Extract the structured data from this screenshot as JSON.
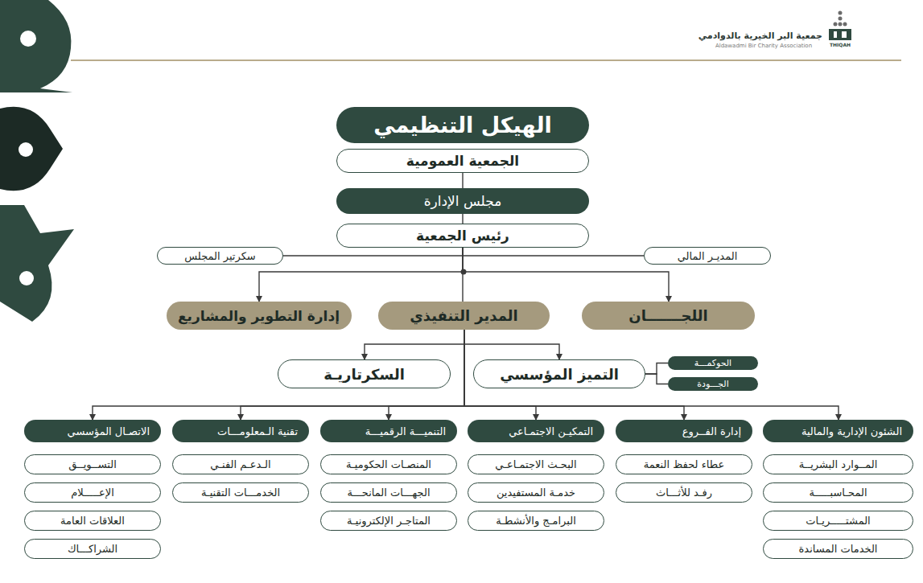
{
  "diagram": {
    "title": "الهيكل التنظيمي",
    "nodes": [
      {
        "text": [
          "الجمعية العمومية"
        ]
      },
      {
        "text": [
          "مجلس الإدارة"
        ]
      },
      {
        "text": [
          "رئيس الجمعية"
        ]
      },
      {
        "text": [
          "المديـر المالي"
        ]
      },
      {
        "text": [
          "سكرتير المجلس"
        ]
      },
      {
        "text": [
          "اللجـــــــان"
        ]
      },
      {
        "text": [
          "المدير التنفيذي"
        ]
      },
      {
        "text": [
          "إدارة التطوير والمشاريع"
        ]
      },
      {
        "text": [
          "التميز المؤسسي"
        ]
      },
      {
        "text": [
          "السكرتاريـة"
        ]
      },
      {
        "text": [
          "الحوكمـــة"
        ]
      },
      {
        "text": [
          "الجـــودة"
        ]
      },
      {
        "text": [
          "الشئون الإدارية والمالية"
        ]
      },
      {
        "text": [
          "المــوارد البشريــة"
        ]
      },
      {
        "text": [
          "المحـاسبـــــة"
        ]
      },
      {
        "text": [
          "المشتـــــريـات"
        ]
      },
      {
        "text": [
          "الخدمات المساندة"
        ]
      },
      {
        "text": [
          "إدارة الفــروع"
        ]
      },
      {
        "text": [
          "عطاء لحفظ النعمة"
        ]
      },
      {
        "text": [
          "رفـد للأثـــاث"
        ]
      },
      {
        "text": [
          "التمكيـن الاجتمـاعي"
        ]
      },
      {
        "text": [
          "البحـث الاجتمـاعـي"
        ]
      },
      {
        "text": [
          "خدمـة المستفيدين"
        ]
      },
      {
        "text": [
          "البرامـج والأنشطـة"
        ]
      },
      {
        "text": [
          "التنميـــة الرقميـــة"
        ]
      },
      {
        "text": [
          "المنصـات الحكوميـة"
        ]
      },
      {
        "text": [
          "الجهـــات المانحـــة"
        ]
      },
      {
        "text": [
          "المتاجـر الإلكترونيـة"
        ]
      },
      {
        "text": [
          "تقنية الـمعلومـــات"
        ]
      },
      {
        "text": [
          "الـدعـم الفنـي"
        ]
      },
      {
        "text": [
          "الخدمـــات التقنيـة"
        ]
      },
      {
        "text": [
          "الاتصـال المؤسسي"
        ]
      },
      {
        "text": [
          "التســويــق"
        ]
      },
      {
        "text": [
          "الإعـــــلام"
        ]
      },
      {
        "text": [
          "العلاقات العامة"
        ]
      },
      {
        "text": [
          "الشراكـــاك"
        ]
      }
    ],
    "edges": [
      {
        "from": 0,
        "to": 1,
        "arrow": "none"
      },
      {
        "from": 1,
        "to": 2,
        "arrow": "none"
      },
      {
        "from": 2,
        "to": 3,
        "arrow": "none"
      },
      {
        "from": 2,
        "to": 4,
        "arrow": "none"
      },
      {
        "from": 2,
        "to": 5,
        "arrow": "to"
      },
      {
        "from": 2,
        "to": 7,
        "arrow": "to"
      },
      {
        "from": 2,
        "to": 6,
        "arrow": "none"
      },
      {
        "from": 6,
        "to": 8,
        "arrow": "to"
      },
      {
        "from": 6,
        "to": 9,
        "arrow": "to"
      },
      {
        "from": 6,
        "to": 12,
        "arrow": "to"
      },
      {
        "from": 6,
        "to": 17,
        "arrow": "to"
      },
      {
        "from": 6,
        "to": 20,
        "arrow": "to"
      },
      {
        "from": 6,
        "to": 24,
        "arrow": "to"
      },
      {
        "from": 6,
        "to": 28,
        "arrow": "to"
      },
      {
        "from": 6,
        "to": 31,
        "arrow": "to"
      },
      {
        "from": 8,
        "to": 10,
        "arrow": "none"
      },
      {
        "from": 8,
        "to": 11,
        "arrow": "none"
      }
    ],
    "labels": [
      "جمعية البر الخيرية بالدوادمي",
      "Aldawadmi Bir Charity Association",
      "THIQAH"
    ]
  }
}
